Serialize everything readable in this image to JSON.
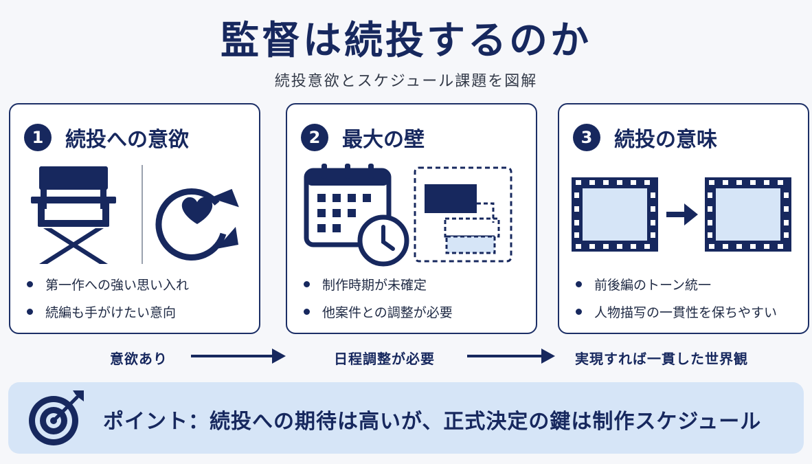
{
  "header": {
    "title": "監督は続投するのか",
    "subtitle": "続投意欲とスケジュール課題を図解"
  },
  "cards": [
    {
      "number": "1",
      "title": "続投への意欲",
      "icons": [
        "director-chair-icon",
        "heart-cycle-icon"
      ],
      "bullets": [
        "第一作への強い思い入れ",
        "続編も手がけたい意向"
      ]
    },
    {
      "number": "2",
      "title": "最大の壁",
      "icons": [
        "calendar-clock-icon",
        "schedule-blocks-icon"
      ],
      "bullets": [
        "制作時期が未確定",
        "他案件との調整が必要"
      ]
    },
    {
      "number": "3",
      "title": "続投の意味",
      "icons": [
        "film-frame-icon",
        "arrow-right-icon",
        "film-frame-icon"
      ],
      "bullets": [
        "前後編のトーン統一",
        "人物描写の一貫性を保ちやすい"
      ]
    }
  ],
  "flow": {
    "steps": [
      "意欲あり",
      "日程調整が必要",
      "実現すれば一貫した世界観"
    ]
  },
  "point": {
    "icon": "target-icon",
    "text": "ポイント：続投への期待は高いが、正式決定の鍵は制作スケジュール"
  },
  "colors": {
    "navy": "#17285e",
    "light_blue": "#d6e5f7",
    "background": "#f6f7fa"
  }
}
